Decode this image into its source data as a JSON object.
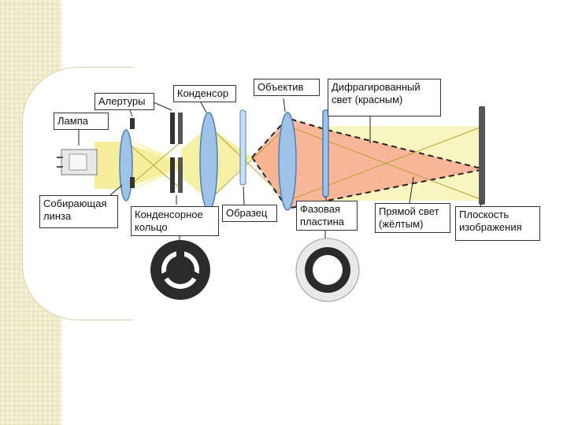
{
  "diagram": {
    "labels": {
      "lamp": "Лампа",
      "apertures": "Алертуры",
      "condenser": "Конденсор",
      "objective": "Объектив",
      "diffracted_1": "Дифрагированный",
      "diffracted_2": "свет (красным)",
      "collecting_lens_1": "Собирающая",
      "collecting_lens_2": "линза",
      "condenser_ring_1": "Конденсорное",
      "condenser_ring_2": "кольцо",
      "specimen": "Образец",
      "phase_plate_1": "Фазовая",
      "phase_plate_2": "пластина",
      "direct_light_1": "Прямой свет",
      "direct_light_2": "(жёлтым)",
      "image_plane_1": "Плоскость",
      "image_plane_2": "изображения"
    },
    "colors": {
      "direct_light": "#f3ec8c",
      "diffracted_light": "#f5a08a",
      "lens": "#9ec3e6",
      "lens_edge": "#4f7fb5",
      "plate": "#222222"
    }
  }
}
